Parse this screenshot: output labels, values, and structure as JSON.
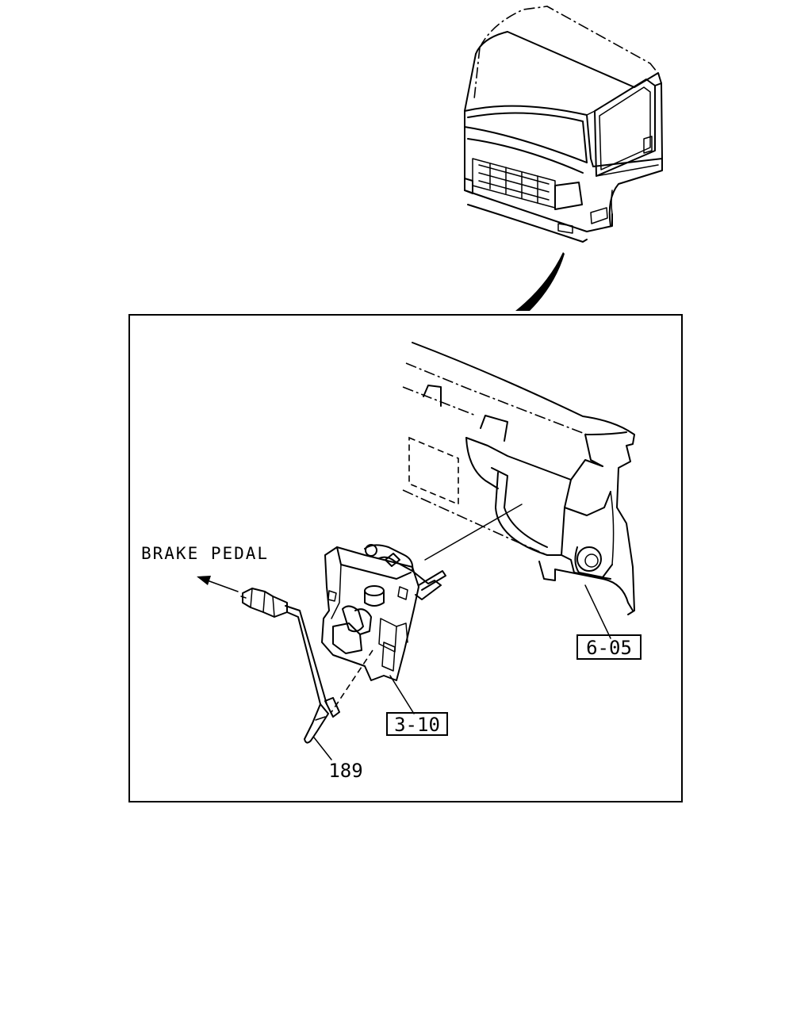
{
  "diagram": {
    "callouts": {
      "brake_pedal": "BRAKE PEDAL",
      "ref_6_05": "6-05",
      "ref_3_10": "3-10",
      "part_189": "189"
    }
  }
}
